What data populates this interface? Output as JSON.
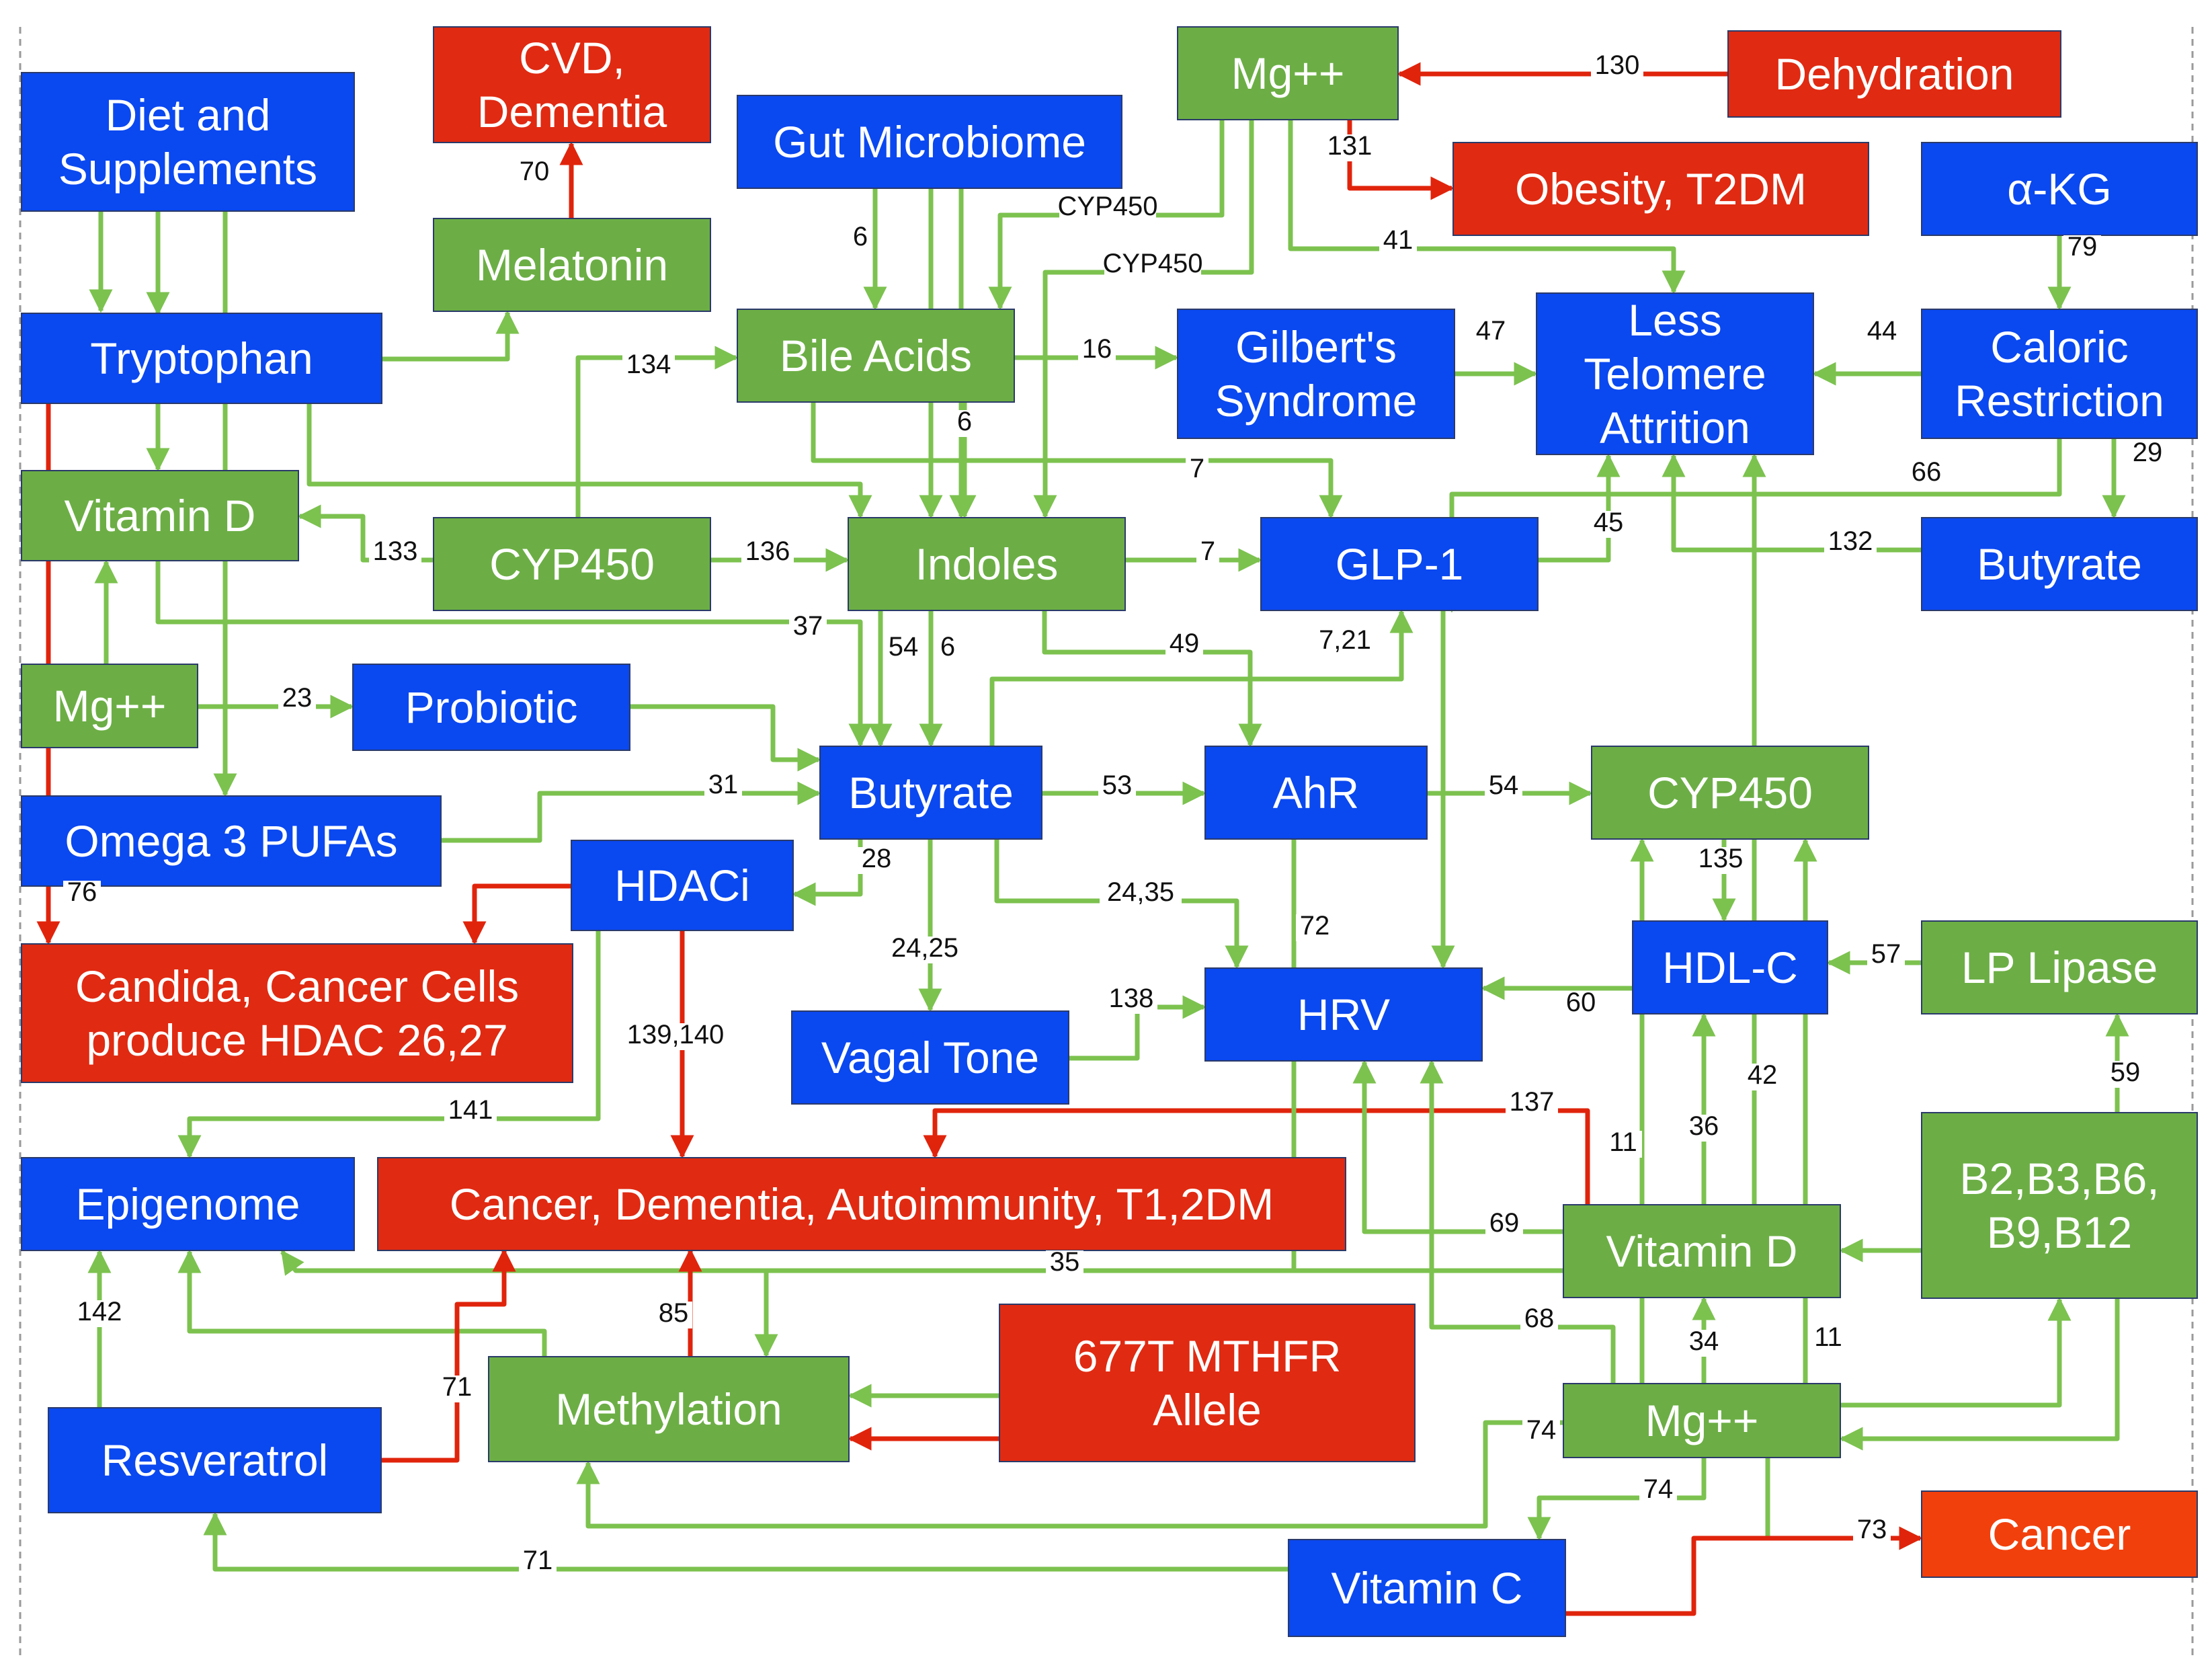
{
  "colors": {
    "blue": "#0a48f0",
    "green": "#6cae45",
    "red": "#e02a12",
    "orange_red": "#f2400c",
    "green_edge": "#7cc24f",
    "red_edge": "#e0240c"
  },
  "nodes": [
    {
      "id": "diet",
      "lines": [
        "Diet and",
        "Supplements"
      ],
      "color": "blue"
    },
    {
      "id": "cvd",
      "lines": [
        "CVD,",
        "Dementia"
      ],
      "color": "red"
    },
    {
      "id": "gut",
      "lines": [
        "Gut Microbiome"
      ],
      "color": "blue"
    },
    {
      "id": "mg_top",
      "lines": [
        "Mg++"
      ],
      "color": "green"
    },
    {
      "id": "dehydration",
      "lines": [
        "Dehydration"
      ],
      "color": "red"
    },
    {
      "id": "obesity",
      "lines": [
        "Obesity, T2DM"
      ],
      "color": "red"
    },
    {
      "id": "akg",
      "lines": [
        "α-KG"
      ],
      "color": "blue"
    },
    {
      "id": "melatonin",
      "lines": [
        "Melatonin"
      ],
      "color": "green"
    },
    {
      "id": "tryptophan",
      "lines": [
        "Tryptophan"
      ],
      "color": "blue"
    },
    {
      "id": "bile",
      "lines": [
        "Bile Acids"
      ],
      "color": "green"
    },
    {
      "id": "gilbert",
      "lines": [
        "Gilbert's",
        "Syndrome"
      ],
      "color": "blue"
    },
    {
      "id": "telomere",
      "lines": [
        "Less",
        "Telomere",
        "Attrition"
      ],
      "color": "blue"
    },
    {
      "id": "caloric",
      "lines": [
        "Caloric",
        "Restriction"
      ],
      "color": "blue"
    },
    {
      "id": "vitd_left",
      "lines": [
        "Vitamin D"
      ],
      "color": "green"
    },
    {
      "id": "cyp_mid",
      "lines": [
        "CYP450"
      ],
      "color": "green"
    },
    {
      "id": "indoles",
      "lines": [
        "Indoles"
      ],
      "color": "green"
    },
    {
      "id": "glp1",
      "lines": [
        "GLP-1"
      ],
      "color": "blue"
    },
    {
      "id": "butyrate_right",
      "lines": [
        "Butyrate"
      ],
      "color": "blue"
    },
    {
      "id": "mg_left",
      "lines": [
        "Mg++"
      ],
      "color": "green"
    },
    {
      "id": "probiotic",
      "lines": [
        "Probiotic"
      ],
      "color": "blue"
    },
    {
      "id": "butyrate_mid",
      "lines": [
        "Butyrate"
      ],
      "color": "blue"
    },
    {
      "id": "ahr",
      "lines": [
        "AhR"
      ],
      "color": "blue"
    },
    {
      "id": "cyp_right",
      "lines": [
        "CYP450"
      ],
      "color": "green"
    },
    {
      "id": "omega",
      "lines": [
        "Omega 3 PUFAs"
      ],
      "color": "blue"
    },
    {
      "id": "hdaci",
      "lines": [
        "HDACi"
      ],
      "color": "blue"
    },
    {
      "id": "candida",
      "lines": [
        "Candida, Cancer Cells",
        "produce HDAC 26,27"
      ],
      "color": "red"
    },
    {
      "id": "hdlc",
      "lines": [
        "HDL-C"
      ],
      "color": "blue"
    },
    {
      "id": "lplipase",
      "lines": [
        "LP Lipase"
      ],
      "color": "green"
    },
    {
      "id": "vagal",
      "lines": [
        "Vagal Tone"
      ],
      "color": "blue"
    },
    {
      "id": "hrv",
      "lines": [
        "HRV"
      ],
      "color": "blue"
    },
    {
      "id": "epigenome",
      "lines": [
        "Epigenome"
      ],
      "color": "blue"
    },
    {
      "id": "cancer_dementia",
      "lines": [
        "Cancer, Dementia, Autoimmunity, T1,2DM"
      ],
      "color": "red"
    },
    {
      "id": "bvit",
      "lines": [
        "B2,B3,B6,",
        "B9,B12"
      ],
      "color": "green"
    },
    {
      "id": "vitd_right",
      "lines": [
        "Vitamin D"
      ],
      "color": "green"
    },
    {
      "id": "mthfr",
      "lines": [
        "677T MTHFR",
        "Allele"
      ],
      "color": "red"
    },
    {
      "id": "methylation",
      "lines": [
        "Methylation"
      ],
      "color": "green"
    },
    {
      "id": "resveratrol",
      "lines": [
        "Resveratrol"
      ],
      "color": "blue"
    },
    {
      "id": "mg_bottom",
      "lines": [
        "Mg++"
      ],
      "color": "green"
    },
    {
      "id": "vitc",
      "lines": [
        "Vitamin C"
      ],
      "color": "blue"
    },
    {
      "id": "cancer",
      "lines": [
        "Cancer"
      ],
      "color": "orange_red"
    }
  ],
  "edge_labels": [
    {
      "id": "l130",
      "text": "130"
    },
    {
      "id": "l131",
      "text": "131"
    },
    {
      "id": "l70",
      "text": "70"
    },
    {
      "id": "l6a",
      "text": "6"
    },
    {
      "id": "lcyp_a",
      "text": "CYP450"
    },
    {
      "id": "lcyp_b",
      "text": "CYP450"
    },
    {
      "id": "l41",
      "text": "41"
    },
    {
      "id": "l79",
      "text": "79"
    },
    {
      "id": "l134",
      "text": "134"
    },
    {
      "id": "l16",
      "text": "16"
    },
    {
      "id": "l47",
      "text": "47"
    },
    {
      "id": "l44",
      "text": "44"
    },
    {
      "id": "l6b",
      "text": "6"
    },
    {
      "id": "l7a",
      "text": "7"
    },
    {
      "id": "l66",
      "text": "66"
    },
    {
      "id": "l29",
      "text": "29"
    },
    {
      "id": "l133",
      "text": "133"
    },
    {
      "id": "l136",
      "text": "136"
    },
    {
      "id": "l7b",
      "text": "7"
    },
    {
      "id": "l45",
      "text": "45"
    },
    {
      "id": "l132",
      "text": "132"
    },
    {
      "id": "l37",
      "text": "37"
    },
    {
      "id": "l54a",
      "text": "54"
    },
    {
      "id": "l6c",
      "text": "6"
    },
    {
      "id": "l49",
      "text": "49"
    },
    {
      "id": "l721",
      "text": "7,21"
    },
    {
      "id": "l23",
      "text": "23"
    },
    {
      "id": "l31",
      "text": "31"
    },
    {
      "id": "l53",
      "text": "53"
    },
    {
      "id": "l54b",
      "text": "54"
    },
    {
      "id": "l28",
      "text": "28"
    },
    {
      "id": "l2435",
      "text": "24,35"
    },
    {
      "id": "l135",
      "text": "135"
    },
    {
      "id": "l76",
      "text": "76"
    },
    {
      "id": "l72",
      "text": "72"
    },
    {
      "id": "l57",
      "text": "57"
    },
    {
      "id": "l2425",
      "text": "24,25"
    },
    {
      "id": "l138",
      "text": "138"
    },
    {
      "id": "l60",
      "text": "60"
    },
    {
      "id": "l139140",
      "text": "139,140"
    },
    {
      "id": "l42",
      "text": "42"
    },
    {
      "id": "l59",
      "text": "59"
    },
    {
      "id": "l141",
      "text": "141"
    },
    {
      "id": "l137",
      "text": "137"
    },
    {
      "id": "l11a",
      "text": "11"
    },
    {
      "id": "l36",
      "text": "36"
    },
    {
      "id": "l69",
      "text": "69"
    },
    {
      "id": "l35",
      "text": "35"
    },
    {
      "id": "l142",
      "text": "142"
    },
    {
      "id": "l85",
      "text": "85"
    },
    {
      "id": "l68",
      "text": "68"
    },
    {
      "id": "l34",
      "text": "34"
    },
    {
      "id": "l11b",
      "text": "11"
    },
    {
      "id": "l71a",
      "text": "71"
    },
    {
      "id": "l74a",
      "text": "74"
    },
    {
      "id": "l74b",
      "text": "74"
    },
    {
      "id": "l73",
      "text": "73"
    },
    {
      "id": "l71b",
      "text": "71"
    }
  ]
}
